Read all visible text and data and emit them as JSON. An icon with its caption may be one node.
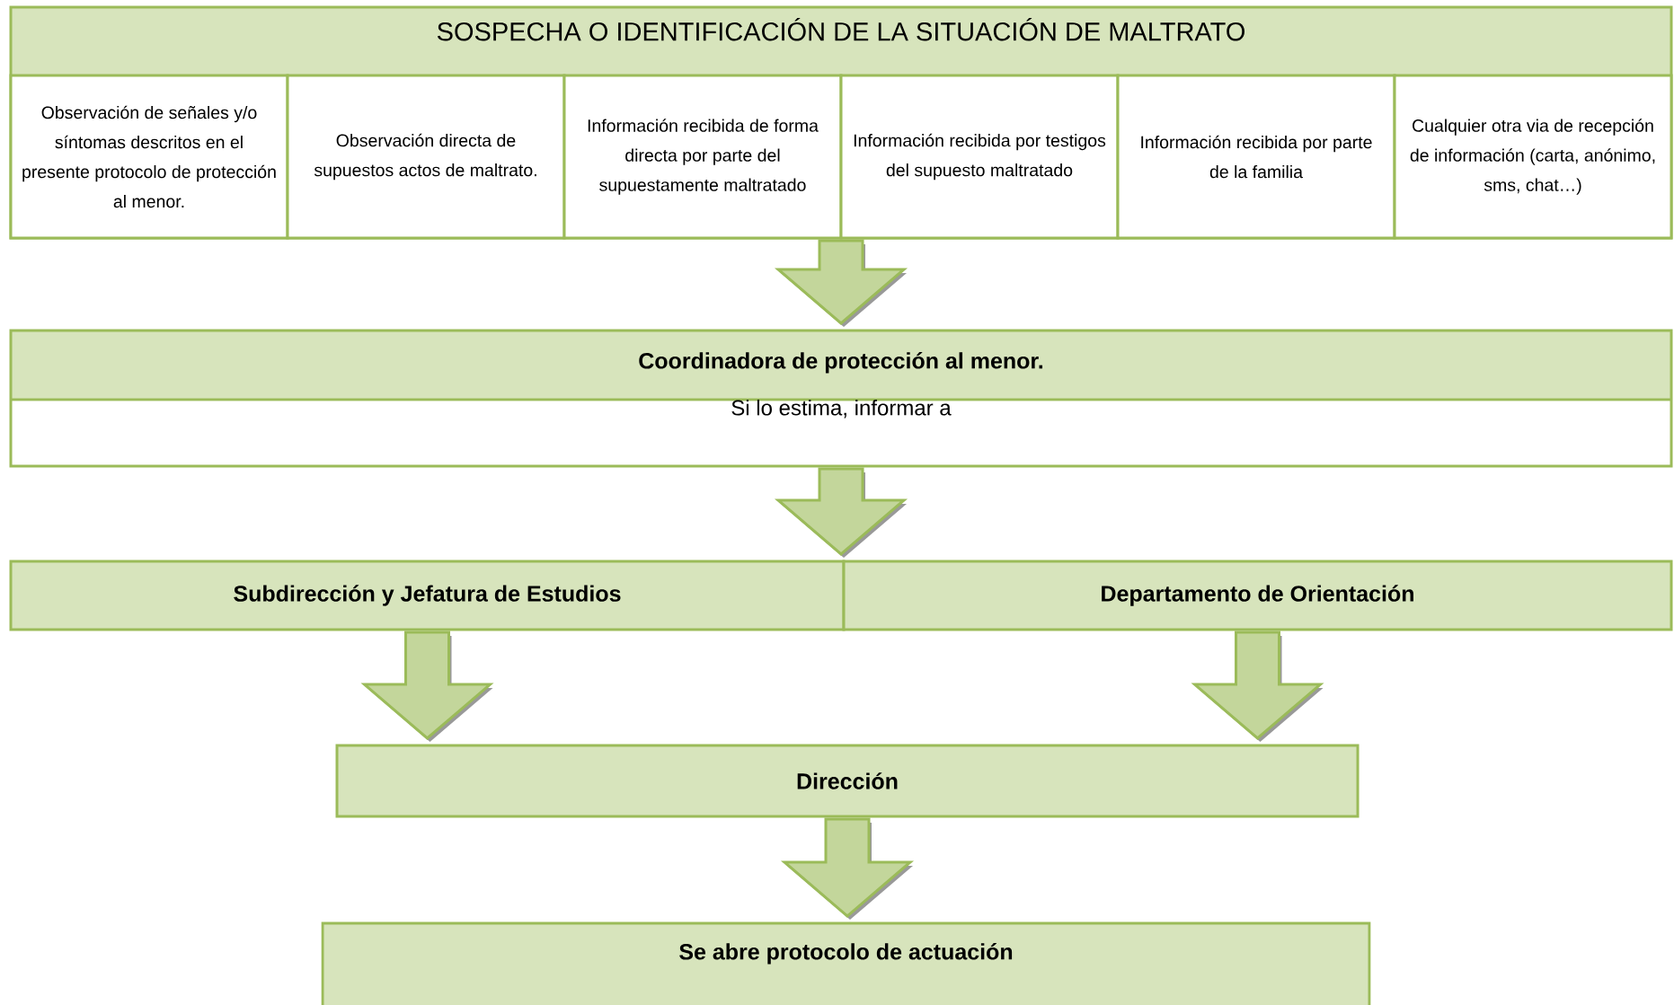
{
  "diagram": {
    "nodes": [
      {
        "text": [
          "SOSPECHA O IDENTIFICACIÓN DE LA SITUACIÓN DE MALTRATO"
        ]
      },
      {
        "text": [
          "Observación de señales y/o síntomas descritos en el presente protocolo de protección al menor."
        ],
        "in": 0
      },
      {
        "text": [
          "Observación directa de supuestos actos de maltrato."
        ],
        "in": 0
      },
      {
        "text": [
          "Información recibida de forma directa por parte del supuestamente maltratado"
        ],
        "in": 0
      },
      {
        "text": [
          "Información recibida por testigos del supuesto maltratado"
        ],
        "in": 0
      },
      {
        "text": [
          "Información recibida por parte de la familia"
        ],
        "in": 0
      },
      {
        "text": [
          "Cualquier otra via de recepción de información (carta, anónimo, sms, chat…)"
        ],
        "in": 0
      },
      {
        "text": [
          "Coordinadora de protección al menor.",
          "Si lo estima, informar a"
        ]
      },
      {
        "text": [
          "Subdirección y Jefatura de Estudios"
        ]
      },
      {
        "text": [
          "Departamento de Orientación"
        ]
      },
      {
        "text": [
          "Dirección"
        ]
      },
      {
        "text": [
          "Se abre protocolo de actuación"
        ]
      }
    ],
    "edges": [
      {
        "from": 0,
        "to": 7,
        "arrow": "to"
      },
      {
        "from": 7,
        "to": 8,
        "arrow": "to"
      },
      {
        "from": 7,
        "to": 9,
        "arrow": "to"
      },
      {
        "from": 8,
        "to": 10,
        "arrow": "to"
      },
      {
        "from": 9,
        "to": 10,
        "arrow": "to"
      },
      {
        "from": 10,
        "to": 11,
        "arrow": "to"
      }
    ]
  }
}
